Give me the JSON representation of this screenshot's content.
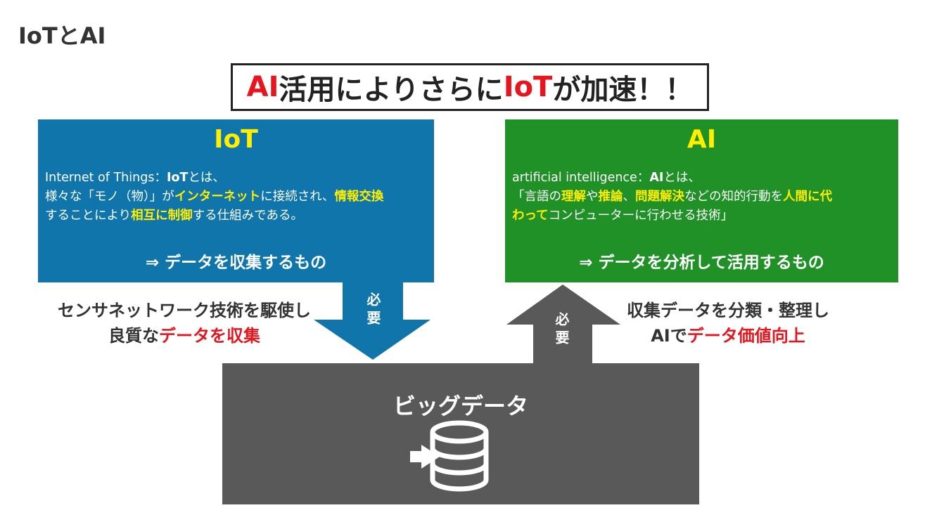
{
  "page": {
    "title": "IoTとAI"
  },
  "headline": {
    "part1": "AI",
    "part2": "活用によりさらに",
    "part3": "IoT",
    "part4": "が加速！！"
  },
  "iot_panel": {
    "title": "IoT",
    "line1_a": "Internet of Things：",
    "line1_b": "IoT",
    "line1_c": "とは、",
    "line2_a": "様々な「モノ（物）」が",
    "line2_b": "インターネット",
    "line2_c": "に接続され、",
    "line2_d": "情報交換",
    "line3_a": "することにより",
    "line3_b": "相互に制御",
    "line3_c": "する仕組みである。",
    "result": "⇒ データを収集するもの"
  },
  "ai_panel": {
    "title": "AI",
    "line1_a": "artificial intelligence：",
    "line1_b": "AI",
    "line1_c": "とは、",
    "line2_a": "「言語の",
    "line2_b": "理解",
    "line2_c": "や",
    "line2_d": "推論",
    "line2_e": "、",
    "line2_f": "問題解決",
    "line2_g": "などの知的行動を",
    "line2_h": "人間に代",
    "line3_a": "わって",
    "line3_b": "コンピューターに行わせる技術」",
    "result": "⇒ データを分析して活用するもの"
  },
  "arrows": {
    "down_label": "必要",
    "up_label": "必要"
  },
  "left_text": {
    "line1": "センサネットワーク技術を駆使し",
    "line2_a": "良質な",
    "line2_b": "データを収集"
  },
  "right_text": {
    "line1": "収集データを分類・整理し",
    "line2_a": "AIで",
    "line2_b": "データ価値向上"
  },
  "bigdata": {
    "label": "ビッグデータ",
    "icon": "database-import-icon"
  },
  "colors": {
    "iot_blue": "#0f75aa",
    "ai_green": "#209127",
    "accent_red": "#e8141e",
    "highlight_yellow": "#ffee00",
    "bigdata_gray": "#595959"
  }
}
